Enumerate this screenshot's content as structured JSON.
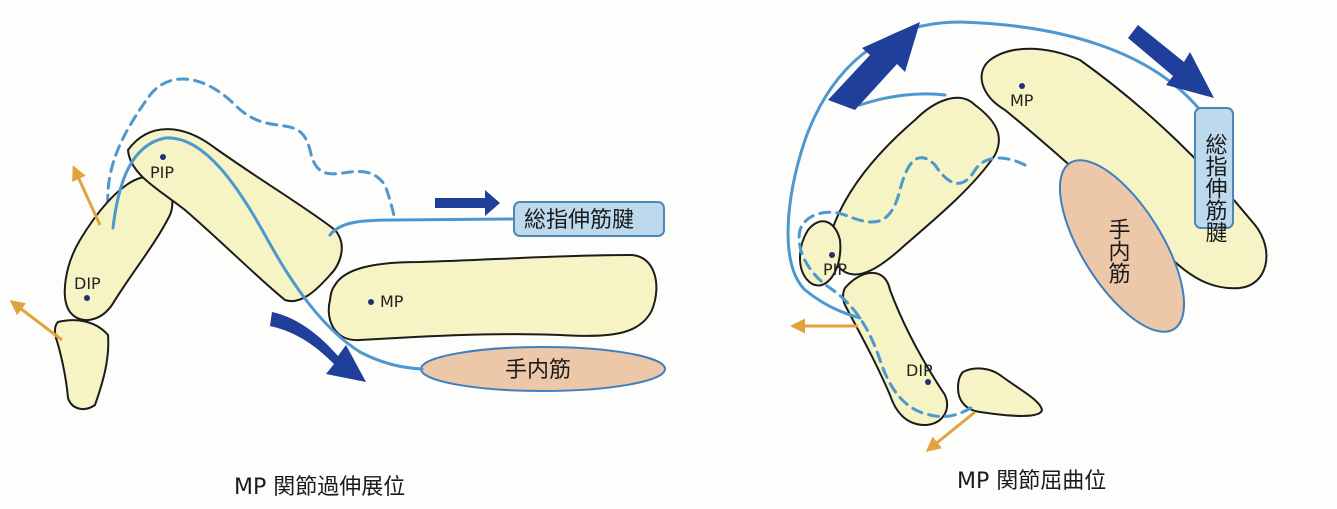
{
  "left": {
    "labels": {
      "pip": "PIP",
      "dip": "DIP",
      "mp": "MP"
    },
    "tendon_label": "総指伸筋腱",
    "muscle_label": "手内筋",
    "caption": "MP 関節過伸展位"
  },
  "right": {
    "labels": {
      "pip": "PIP",
      "dip": "DIP",
      "mp": "MP"
    },
    "tendon_label": "総指伸筋腱",
    "muscle_label": "手内筋",
    "caption": "MP 関節屈曲位"
  },
  "colors": {
    "bone": "#f6f3c4",
    "tendon": "#4d98cf",
    "muscle": "#ecc7a8",
    "arrow_blue": "#1f3f9a",
    "arrow_orange": "#e2a23d"
  }
}
